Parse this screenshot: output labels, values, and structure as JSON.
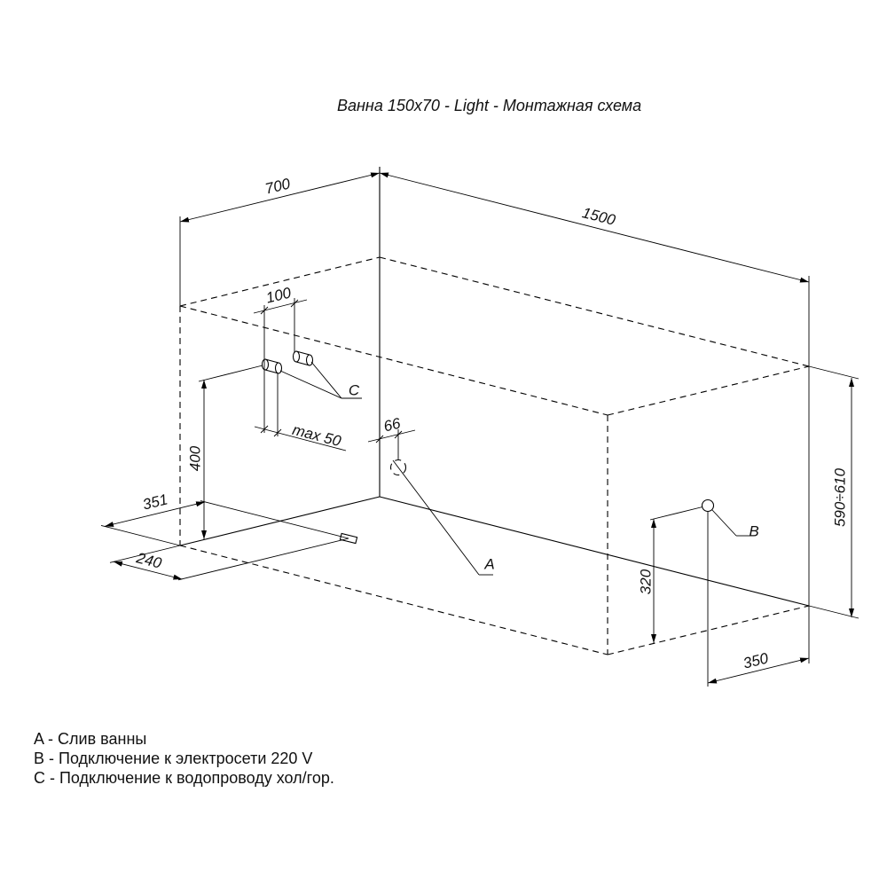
{
  "title": "Ванна 150x70 - Light - Монтажная схема",
  "dimensions": {
    "width": "700",
    "length": "1500",
    "height": "590÷610",
    "c_spacing": "100",
    "c_offset": "max 50",
    "c_height": "400",
    "a_offset": "66",
    "a_side": "351",
    "a_end": "240",
    "b_height": "320",
    "b_offset": "350"
  },
  "markers": {
    "a": "A",
    "b": "B",
    "c": "C"
  },
  "legend": [
    "A - Слив ванны",
    "B - Подключение к электросети 220 V",
    "C - Подключение к водопроводу хол/гор."
  ],
  "colors": {
    "line": "#000000",
    "background": "#ffffff"
  }
}
